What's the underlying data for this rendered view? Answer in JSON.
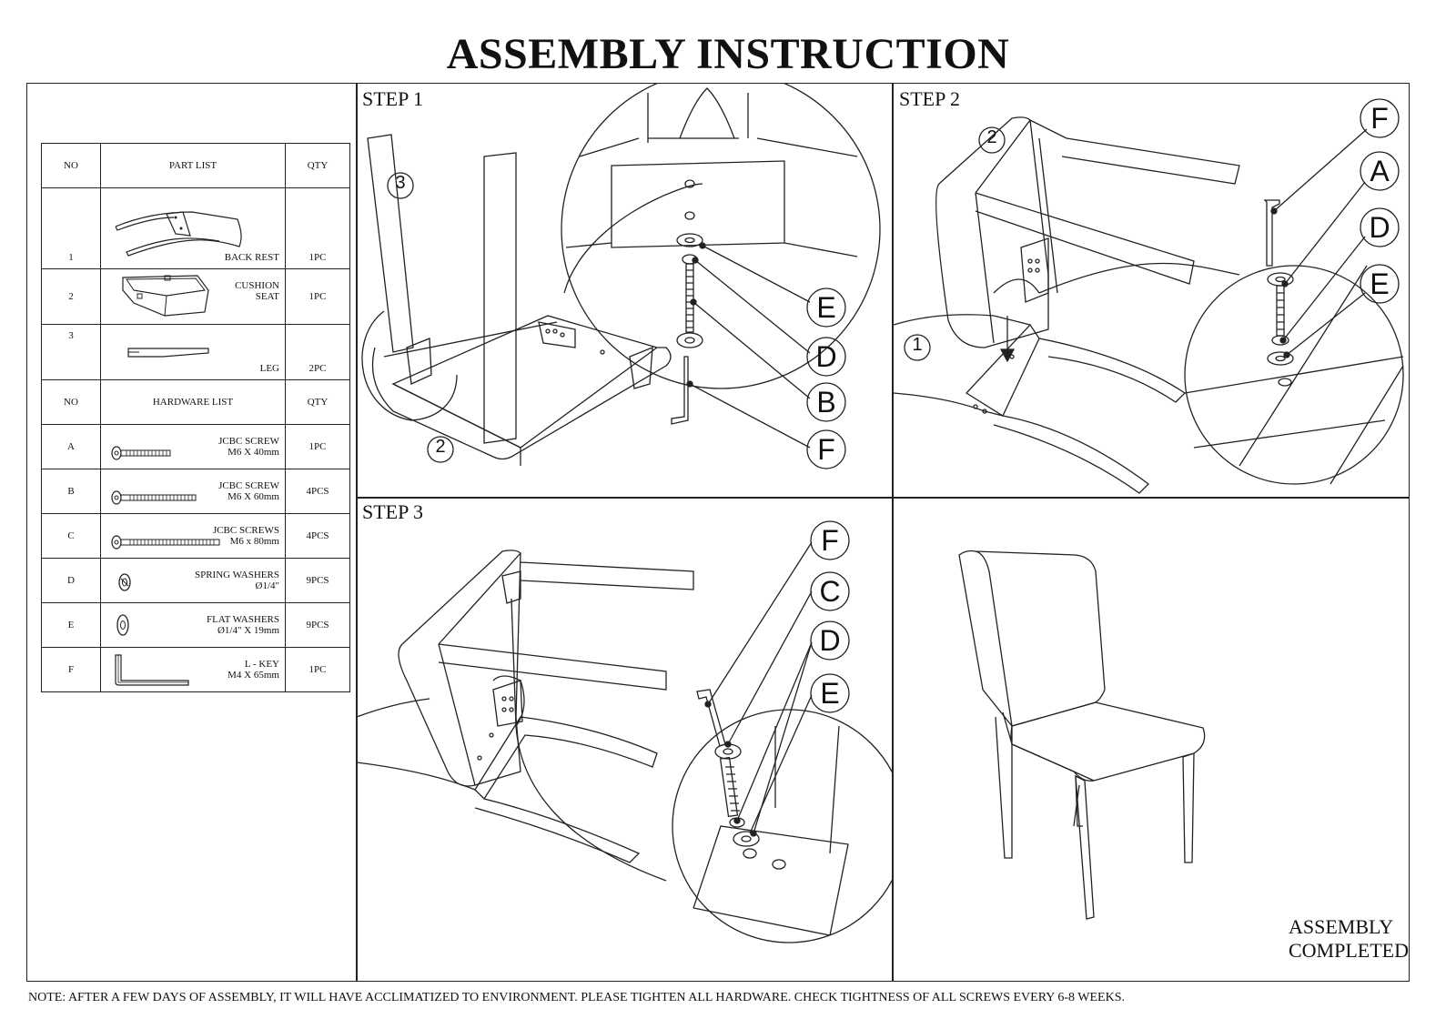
{
  "title": "ASSEMBLY INSTRUCTION",
  "parts_table": {
    "headers": {
      "no": "NO",
      "part_list": "PART LIST",
      "qty": "QTY"
    },
    "parts": [
      {
        "no": "1",
        "name": "BACK REST",
        "qty": "1PC",
        "icon": "back-rest-icon"
      },
      {
        "no": "2",
        "name_line1": "CUSHION",
        "name_line2": "SEAT",
        "qty": "1PC",
        "icon": "cushion-seat-icon"
      },
      {
        "no": "3",
        "name": "LEG",
        "qty": "2PC",
        "icon": "leg-icon"
      }
    ],
    "hardware_headers": {
      "no": "NO",
      "hardware_list": "HARDWARE LIST",
      "qty": "QTY"
    },
    "hardware": [
      {
        "no": "A",
        "name_line1": "JCBC SCREW",
        "name_line2": "M6 X 40mm",
        "qty": "1PC",
        "icon": "screw-icon"
      },
      {
        "no": "B",
        "name_line1": "JCBC SCREW",
        "name_line2": "M6 X 60mm",
        "qty": "4PCS",
        "icon": "screw-icon"
      },
      {
        "no": "C",
        "name_line1": "JCBC SCREWS",
        "name_line2": "M6 x 80mm",
        "qty": "4PCS",
        "icon": "screw-icon"
      },
      {
        "no": "D",
        "name_line1": "SPRING WASHERS",
        "name_line2": "Ø1/4\"",
        "qty": "9PCS",
        "icon": "spring-washer-icon"
      },
      {
        "no": "E",
        "name_line1": "FLAT WASHERS",
        "name_line2": "Ø1/4\" X 19mm",
        "qty": "9PCS",
        "icon": "flat-washer-icon"
      },
      {
        "no": "F",
        "name_line1": "L - KEY",
        "name_line2": "M4 X 65mm",
        "qty": "1PC",
        "icon": "l-key-icon"
      }
    ]
  },
  "steps": {
    "step1": {
      "label": "STEP 1",
      "part_numbers": [
        "3",
        "2"
      ],
      "callouts": [
        "E",
        "D",
        "B",
        "F"
      ]
    },
    "step2": {
      "label": "STEP 2",
      "part_numbers": [
        "2",
        "1"
      ],
      "callouts": [
        "F",
        "A",
        "D",
        "E"
      ]
    },
    "step3": {
      "label": "STEP 3",
      "callouts": [
        "F",
        "C",
        "D",
        "E"
      ]
    },
    "completed": {
      "line1": "ASSEMBLY",
      "line2": "COMPLETED"
    }
  },
  "note": "NOTE: AFTER A FEW DAYS OF ASSEMBLY, IT WILL HAVE ACCLIMATIZED TO ENVIRONMENT. PLEASE TIGHTEN ALL HARDWARE. CHECK TIGHTNESS OF ALL SCREWS EVERY 6-8 WEEKS."
}
